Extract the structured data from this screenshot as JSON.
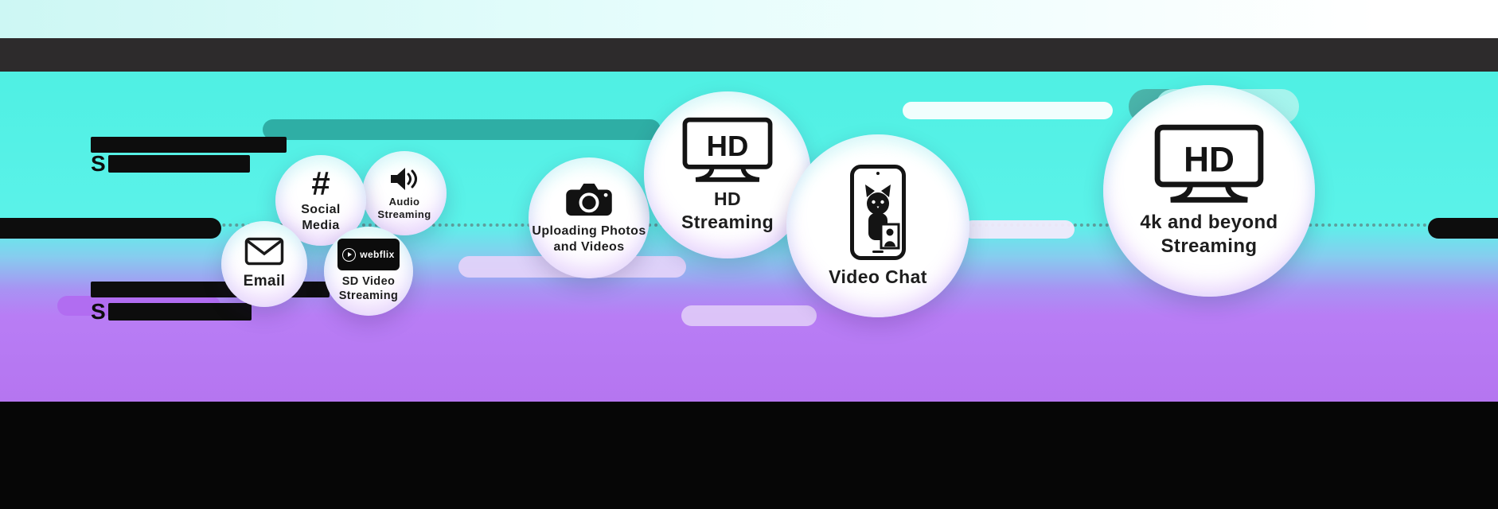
{
  "bubbles": [
    {
      "name": "email",
      "label": "Email"
    },
    {
      "name": "social-media",
      "label": "Social Media",
      "icon_char": "#"
    },
    {
      "name": "audio-streaming",
      "label": "Audio Streaming"
    },
    {
      "name": "sd-video-streaming",
      "label": "SD Video Streaming",
      "logo_text": "webflix"
    },
    {
      "name": "uploading-photos-and-videos",
      "label": "Uploading Photos and Videos"
    },
    {
      "name": "hd-streaming",
      "label": "HD Streaming",
      "tv_text": "HD"
    },
    {
      "name": "video-chat",
      "label": "Video Chat"
    },
    {
      "name": "4k-and-beyond-streaming",
      "label": "4k and beyond Streaming",
      "tv_text": "HD"
    }
  ],
  "redacted": {
    "prefix_1": "S",
    "prefix_2": "S"
  },
  "icons": {
    "email": "envelope-icon",
    "social": "hashtag-icon",
    "audio": "speaker-icon",
    "sd_video": "webflix-logo",
    "uploading": "camera-icon",
    "hd": "hd-tv-icon",
    "video_chat": "video-chat-phone-icon",
    "4k": "hd-tv-icon"
  },
  "colors": {
    "cyan": "#54f1e6",
    "purple": "#b87df4",
    "teal_pill": "#2aa79d",
    "header_bar": "#2d2b2c",
    "footer": "#060606"
  }
}
